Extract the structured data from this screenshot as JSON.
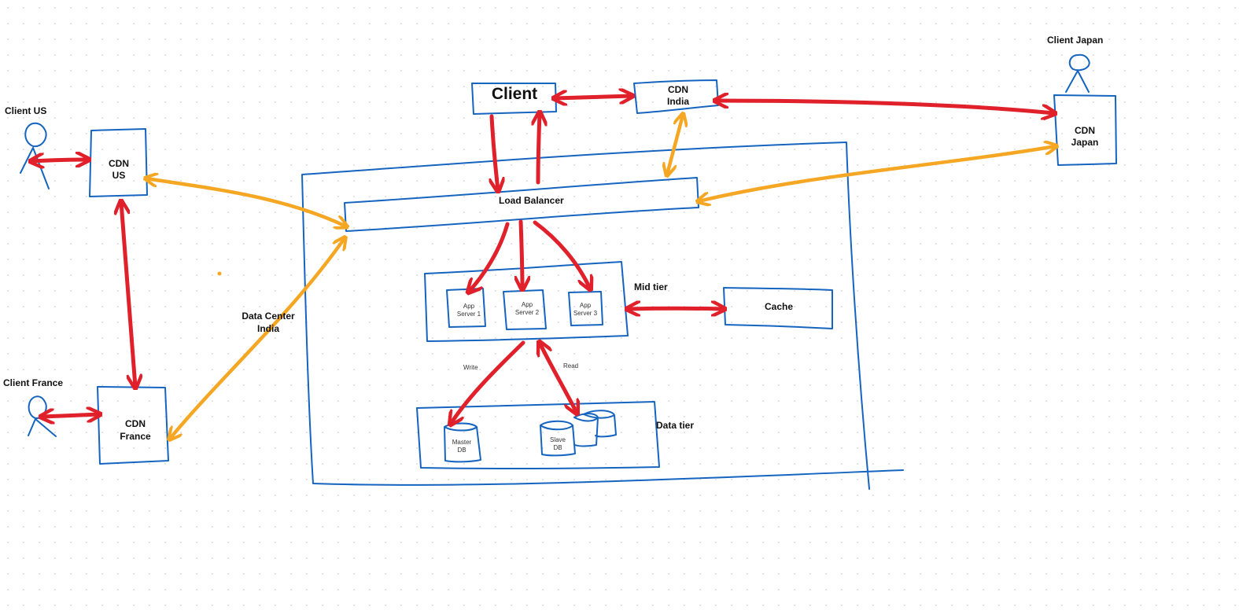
{
  "clients": {
    "us": "Client US",
    "france": "Client France",
    "japan": "Client Japan",
    "main": "Client"
  },
  "cdn": {
    "us": [
      "CDN",
      "US"
    ],
    "france": [
      "CDN",
      "France"
    ],
    "india": [
      "CDN",
      "India"
    ],
    "japan": [
      "CDN",
      "Japan"
    ]
  },
  "datacenter": [
    "Data Center",
    "India"
  ],
  "load_balancer": "Load Balancer",
  "mid_tier": {
    "label": "Mid tier",
    "servers": [
      [
        "App",
        "Server 1"
      ],
      [
        "App",
        "Server 2"
      ],
      [
        "App",
        "Server 3"
      ]
    ]
  },
  "cache": "Cache",
  "data_tier": {
    "label": "Data tier",
    "master": [
      "Master",
      "DB"
    ],
    "slave": [
      "Slave",
      "DB"
    ]
  },
  "edges": {
    "write": "Write",
    "read": "Read"
  },
  "colors": {
    "box": "#1565c0",
    "request_arrow": "#e0202a",
    "sync_arrow": "#f5a623"
  }
}
